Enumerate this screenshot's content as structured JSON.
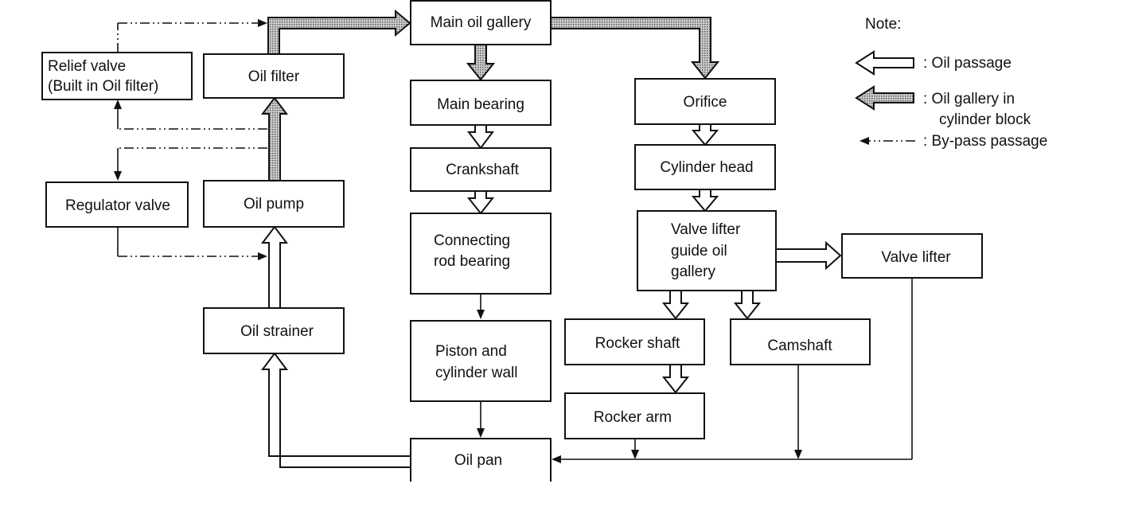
{
  "nodes": {
    "main_oil_gallery": "Main oil gallery",
    "relief_valve": [
      "Relief valve",
      "(Built in Oil filter)"
    ],
    "oil_filter": "Oil filter",
    "regulator_valve": "Regulator valve",
    "oil_pump": "Oil pump",
    "oil_strainer": "Oil strainer",
    "main_bearing": "Main bearing",
    "crankshaft": "Crankshaft",
    "connecting_rod_bearing": [
      "Connecting",
      "rod bearing"
    ],
    "piston_cylinder_wall": [
      "Piston and",
      "cylinder wall"
    ],
    "oil_pan": "Oil pan",
    "orifice": "Orifice",
    "cylinder_head": "Cylinder head",
    "valve_lifter_guide": [
      "Valve lifter",
      "guide oil",
      "gallery"
    ],
    "valve_lifter": "Valve lifter",
    "rocker_shaft": "Rocker shaft",
    "camshaft": "Camshaft",
    "rocker_arm": "Rocker arm"
  },
  "legend": {
    "title": "Note:",
    "oil_passage": ": Oil passage",
    "oil_gallery": [
      ": Oil gallery in",
      "cylinder block"
    ],
    "bypass": ": By-pass passage"
  },
  "connections": [
    {
      "from": "oil_strainer",
      "to": "oil_pump",
      "kind": "oil_passage"
    },
    {
      "from": "oil_pump",
      "to": "oil_filter",
      "kind": "oil_gallery"
    },
    {
      "from": "oil_filter",
      "to": "main_oil_gallery",
      "kind": "oil_gallery"
    },
    {
      "from": "main_oil_gallery",
      "to": "main_bearing",
      "kind": "oil_gallery"
    },
    {
      "from": "main_oil_gallery",
      "to": "orifice",
      "kind": "oil_gallery"
    },
    {
      "from": "main_bearing",
      "to": "crankshaft",
      "kind": "oil_passage"
    },
    {
      "from": "crankshaft",
      "to": "connecting_rod_bearing",
      "kind": "oil_passage"
    },
    {
      "from": "connecting_rod_bearing",
      "to": "piston_cylinder_wall",
      "kind": "line"
    },
    {
      "from": "piston_cylinder_wall",
      "to": "oil_pan",
      "kind": "line"
    },
    {
      "from": "orifice",
      "to": "cylinder_head",
      "kind": "oil_passage"
    },
    {
      "from": "cylinder_head",
      "to": "valve_lifter_guide",
      "kind": "oil_passage"
    },
    {
      "from": "valve_lifter_guide",
      "to": "valve_lifter",
      "kind": "oil_passage"
    },
    {
      "from": "valve_lifter_guide",
      "to": "rocker_shaft",
      "kind": "oil_passage"
    },
    {
      "from": "valve_lifter_guide",
      "to": "camshaft",
      "kind": "oil_passage"
    },
    {
      "from": "rocker_shaft",
      "to": "rocker_arm",
      "kind": "oil_passage"
    },
    {
      "from": "rocker_arm",
      "to": "oil_pan",
      "kind": "line"
    },
    {
      "from": "camshaft",
      "to": "oil_pan",
      "kind": "line"
    },
    {
      "from": "valve_lifter",
      "to": "oil_pan",
      "kind": "line"
    },
    {
      "from": "oil_pan",
      "to": "oil_strainer",
      "kind": "oil_passage"
    },
    {
      "from": "oil_pump",
      "to": "relief_valve",
      "kind": "bypass"
    },
    {
      "from": "relief_valve",
      "to": "main_oil_gallery",
      "kind": "bypass"
    },
    {
      "from": "oil_pump",
      "to": "regulator_valve",
      "kind": "bypass"
    },
    {
      "from": "regulator_valve",
      "to": "oil_pump",
      "kind": "bypass"
    }
  ]
}
